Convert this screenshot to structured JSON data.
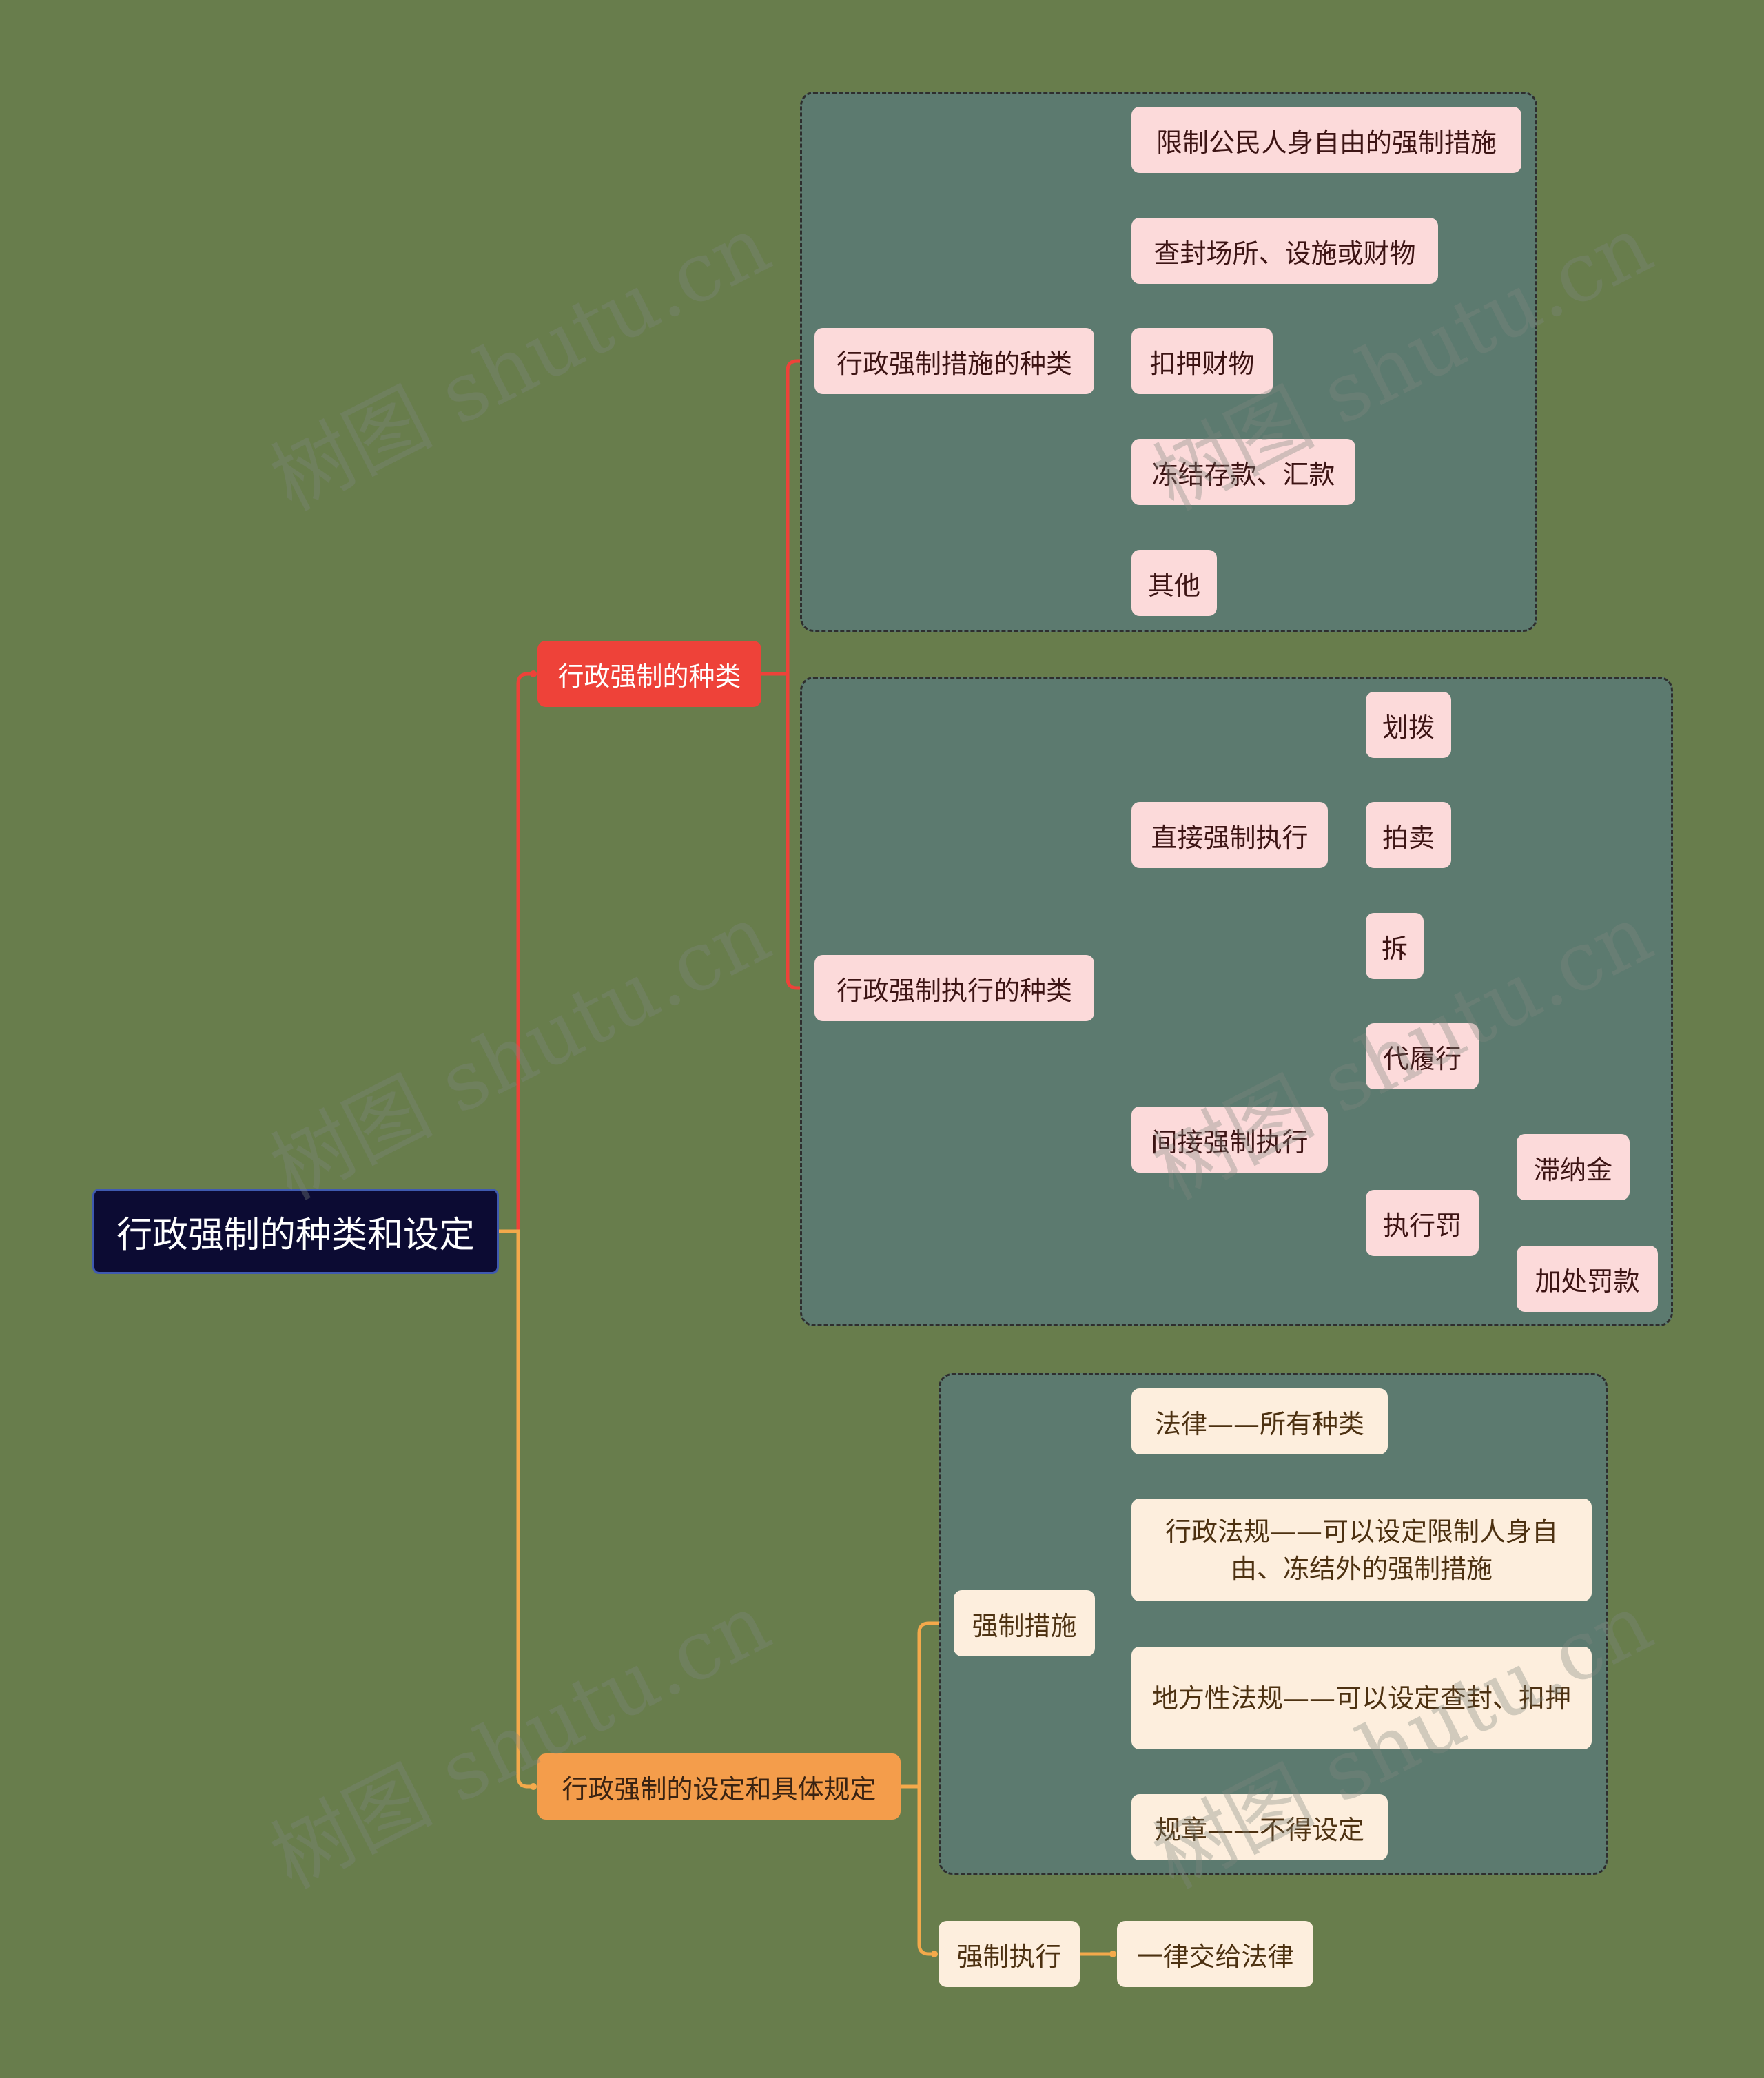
{
  "colors": {
    "background": "#687d4c",
    "red_line": "#ee4239",
    "orange_line": "#f4a94b"
  },
  "root": {
    "label": "行政强制的种类和设定"
  },
  "kinds": {
    "label": "行政强制的种类",
    "measures": {
      "label": "行政强制措施的种类",
      "items": [
        "限制公民人身自由的强制措施",
        "查封场所、设施或财物",
        "扣押财物",
        "冻结存款、汇款",
        "其他"
      ]
    },
    "execution": {
      "label": "行政强制执行的种类",
      "direct": {
        "label": "直接强制执行",
        "items": [
          "划拨",
          "拍卖",
          "拆"
        ]
      },
      "indirect": {
        "label": "间接强制执行",
        "substitute": "代履行",
        "penalty": {
          "label": "执行罚",
          "items": [
            "滞纳金",
            "加处罚款"
          ]
        }
      }
    }
  },
  "setting": {
    "label": "行政强制的设定和具体规定",
    "measures": {
      "label": "强制措施",
      "items": [
        "法律——所有种类",
        "行政法规——可以设定限制人身自由、冻结外的强制措施",
        "地方性法规——可以设定查封、扣押",
        "规章——不得设定"
      ]
    },
    "execution": {
      "label": "强制执行",
      "item": "一律交给法律"
    }
  },
  "watermark": "树图 shutu.cn"
}
